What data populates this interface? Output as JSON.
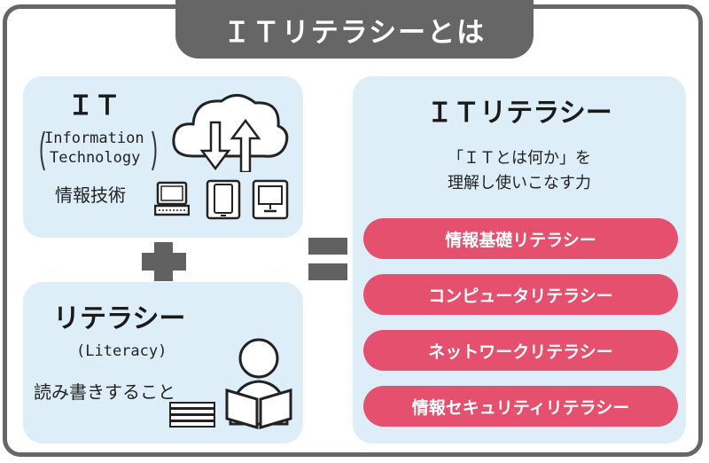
{
  "title": "ＩＴリテラシーとは",
  "it": {
    "heading": "ＩＴ",
    "english_1": "Information",
    "english_2": "Technology",
    "japanese": "情報技術"
  },
  "literacy": {
    "heading": "リテラシー",
    "english": "(Literacy)",
    "japanese": "読み書きすること"
  },
  "result": {
    "heading": "ＩＴリテラシー",
    "desc_1": "「ＩＴとは何か」を",
    "desc_2": "理解し使いこなす力",
    "items": [
      "情報基礎リテラシー",
      "コンピュータリテラシー",
      "ネットワークリテラシー",
      "情報セキュリティリテラシー"
    ]
  },
  "colors": {
    "frame": "#666666",
    "panel": "#ddeef9",
    "pill": "#e4506e",
    "symbol": "#616161"
  },
  "icons": [
    "cloud-icon",
    "up-down-arrows-icon",
    "laptop-icon",
    "smartphone-icon",
    "monitor-icon",
    "reading-person-icon",
    "book-stack-icon",
    "plus-icon",
    "equals-icon"
  ]
}
